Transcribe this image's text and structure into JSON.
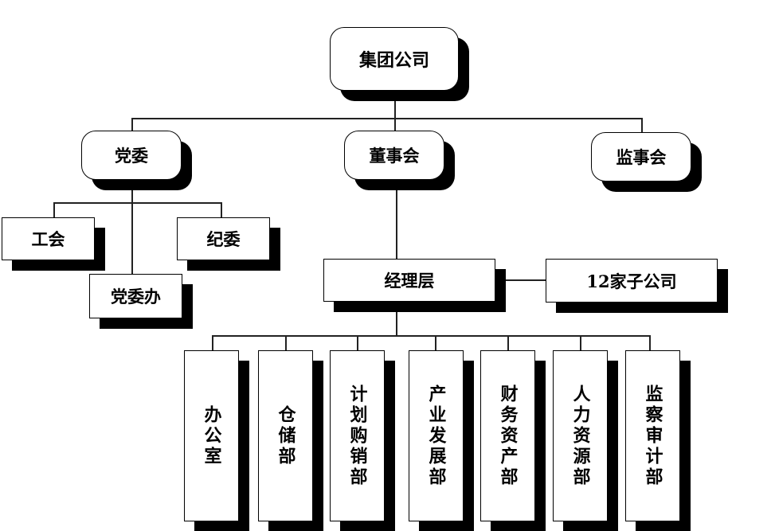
{
  "root": {
    "label": "集团公司"
  },
  "level1": [
    {
      "label": "党委"
    },
    {
      "label": "董事会"
    },
    {
      "label": "监事会"
    }
  ],
  "party_children": [
    {
      "label": "工会"
    },
    {
      "label": "纪委"
    },
    {
      "label": "党委办"
    }
  ],
  "management": {
    "label": "经理层"
  },
  "subsidiaries": {
    "label": "12家子公司"
  },
  "departments": [
    {
      "label": "办公室"
    },
    {
      "label": "仓储部"
    },
    {
      "label": "计划购销部"
    },
    {
      "label": "产业发展部"
    },
    {
      "label": "财务资产部"
    },
    {
      "label": "人力资源部"
    },
    {
      "label": "监察审计部"
    }
  ]
}
